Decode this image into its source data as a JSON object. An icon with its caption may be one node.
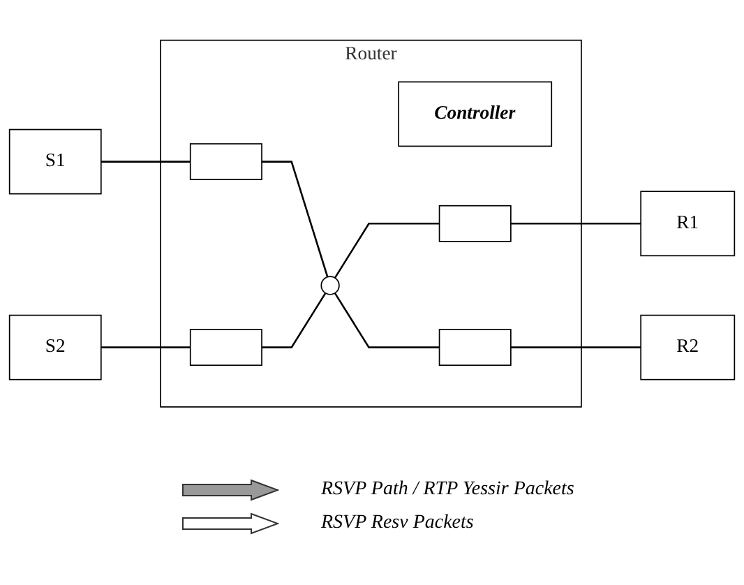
{
  "diagram": {
    "nodes": [
      {
        "text": [
          "S1"
        ]
      },
      {
        "text": [
          "R1"
        ]
      },
      {
        "text": [
          "Router"
        ]
      },
      {
        "text": [
          "Controller"
        ],
        "in": 2
      },
      {
        "text": [],
        "shape": "box",
        "in": 2
      },
      {
        "text": [],
        "shape": "box",
        "in": 2
      },
      {
        "text": [],
        "shape": "circle",
        "in": 2
      },
      {
        "text": [],
        "shape": "box",
        "in": 2
      },
      {
        "text": [],
        "shape": "box",
        "in": 2
      },
      {
        "text": [
          "S2"
        ]
      },
      {
        "text": [
          "R2"
        ]
      }
    ],
    "edges": [
      {
        "from": 0,
        "to": 4,
        "arrow": "none"
      },
      {
        "from": 9,
        "to": 7,
        "arrow": "none"
      },
      {
        "from": 5,
        "to": 1,
        "arrow": "none"
      },
      {
        "from": 8,
        "to": 10,
        "arrow": "none"
      },
      {
        "from": 4,
        "to": 6,
        "arrow": "none"
      },
      {
        "from": 7,
        "to": 6,
        "arrow": "none"
      },
      {
        "from": 6,
        "to": 5,
        "arrow": "none"
      },
      {
        "from": 6,
        "to": 8,
        "arrow": "none"
      }
    ],
    "legend": [
      {
        "text": "RSVP Path / RTP Yessir Packets"
      },
      {
        "text": "RSVP Resv Packets"
      }
    ]
  }
}
